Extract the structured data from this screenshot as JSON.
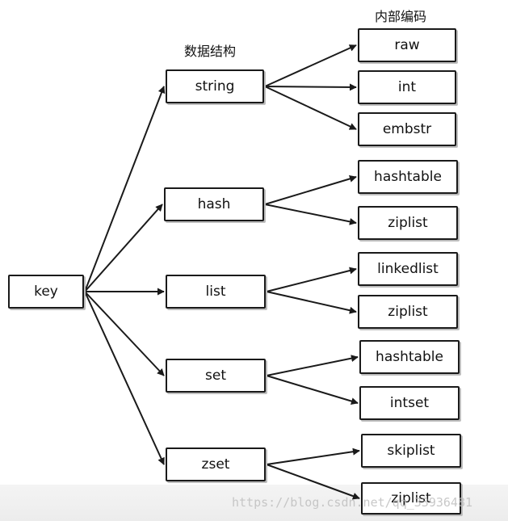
{
  "headings": {
    "data_structures": "数据结构",
    "internal_encodings": "内部编码"
  },
  "nodes": {
    "key": "key",
    "types": {
      "string": "string",
      "hash": "hash",
      "list": "list",
      "set": "set",
      "zset": "zset"
    },
    "encodings": {
      "raw": "raw",
      "int": "int",
      "embstr": "embstr",
      "hash_hashtable": "hashtable",
      "hash_ziplist": "ziplist",
      "linkedlist": "linkedlist",
      "list_ziplist": "ziplist",
      "set_hashtable": "hashtable",
      "intset": "intset",
      "skiplist": "skiplist",
      "zset_ziplist": "ziplist"
    }
  },
  "edges": [
    [
      "key",
      "string"
    ],
    [
      "key",
      "hash"
    ],
    [
      "key",
      "list"
    ],
    [
      "key",
      "set"
    ],
    [
      "key",
      "zset"
    ],
    [
      "string",
      "raw"
    ],
    [
      "string",
      "int"
    ],
    [
      "string",
      "embstr"
    ],
    [
      "hash",
      "hash_hashtable"
    ],
    [
      "hash",
      "hash_ziplist"
    ],
    [
      "list",
      "linkedlist"
    ],
    [
      "list",
      "list_ziplist"
    ],
    [
      "set",
      "set_hashtable"
    ],
    [
      "set",
      "intset"
    ],
    [
      "zset",
      "skiplist"
    ],
    [
      "zset",
      "zset_ziplist"
    ]
  ],
  "watermark": "https://blog.csdn.net/qq_33936481"
}
